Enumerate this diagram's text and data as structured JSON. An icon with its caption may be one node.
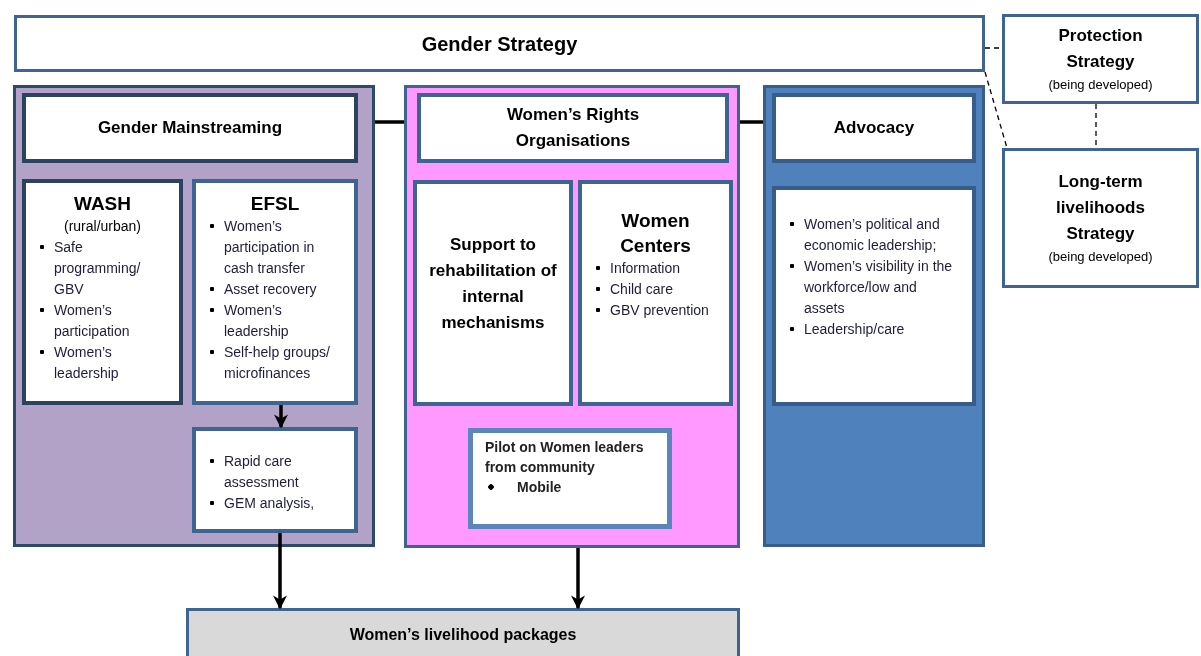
{
  "diagram": {
    "nodes": [
      {
        "text": [
          "Gender Strategy"
        ]
      },
      {
        "text": [
          "Protection Strategy",
          "(being developed)"
        ]
      },
      {
        "text": [
          "Long-term livelihoods Strategy",
          "(being developed)"
        ]
      },
      {
        "text": [],
        "shape": "box"
      },
      {
        "text": [
          "Gender Mainstreaming"
        ],
        "in": 3
      },
      {
        "text": [
          "WASH",
          "(rural/urban)",
          "Safe programming/ GBV",
          "Women’s participation",
          "Women’s leadership"
        ],
        "in": 3
      },
      {
        "text": [
          "EFSL",
          "Women’s participation in cash transfer",
          "Asset recovery",
          "Women’s leadership",
          "Self-help groups/ microfinances"
        ],
        "in": 3
      },
      {
        "text": [
          "Rapid care assessment",
          "GEM analysis,"
        ],
        "in": 3
      },
      {
        "text": [],
        "shape": "box"
      },
      {
        "text": [
          "Women’s Rights Organisations"
        ],
        "in": 8
      },
      {
        "text": [
          "Support to rehabilitation of internal mechanisms"
        ],
        "in": 8
      },
      {
        "text": [
          "Women Centers",
          "Information",
          "Child care",
          "GBV prevention"
        ],
        "in": 8
      },
      {
        "text": [
          "Pilot on Women leaders from community",
          "Mobile"
        ],
        "in": 8
      },
      {
        "text": [],
        "shape": "box"
      },
      {
        "text": [
          "Advocacy"
        ],
        "in": 13
      },
      {
        "text": [
          "Women’s political and economic leadership;",
          "Women’s visibility in the workforce/low and assets",
          "Leadership/care"
        ],
        "in": 13
      },
      {
        "text": [
          "Women’s livelihood packages"
        ]
      }
    ],
    "edges": [
      {
        "from": 0,
        "to": 1,
        "arrow": "none",
        "style": "dashed"
      },
      {
        "from": 0,
        "to": 2,
        "arrow": "none",
        "style": "dashed"
      },
      {
        "from": 1,
        "to": 2,
        "arrow": "none",
        "style": "dashed"
      },
      {
        "from": 3,
        "to": 8,
        "arrow": "none"
      },
      {
        "from": 8,
        "to": 13,
        "arrow": "none"
      },
      {
        "from": 6,
        "to": 7,
        "arrow": "to"
      },
      {
        "from": 7,
        "to": 16,
        "arrow": "to"
      },
      {
        "from": 8,
        "to": 16,
        "arrow": "to"
      }
    ]
  }
}
